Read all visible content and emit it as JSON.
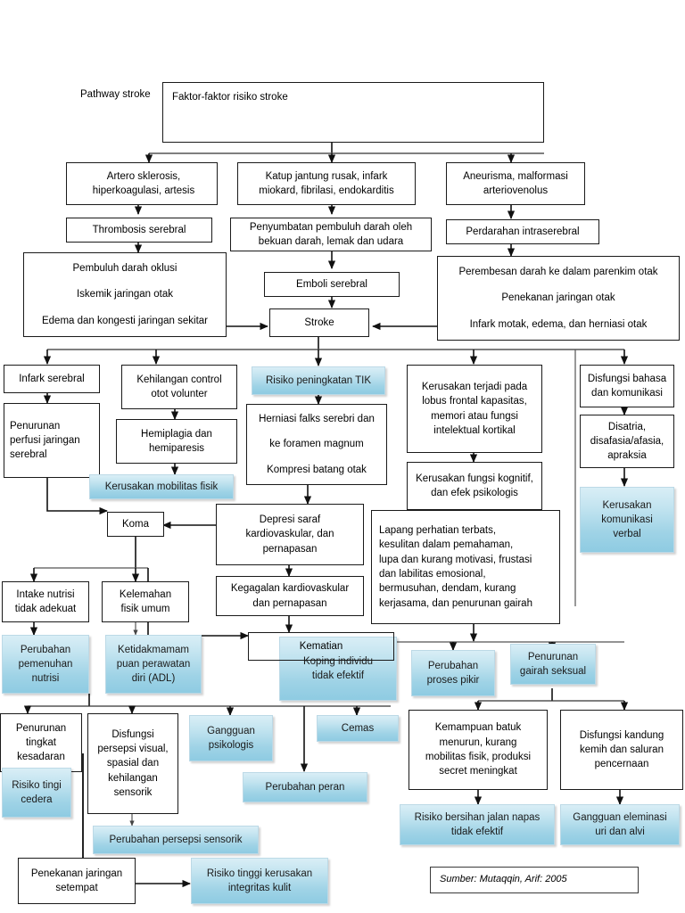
{
  "diagram": {
    "title": "Pathway stroke",
    "source_note": "Sumber: Mutaqqin, Arif: 2005",
    "colors": {
      "box_border": "#1a1a1a",
      "accent_fill_top": "#d9eef6",
      "accent_fill_bottom": "#8ecbe2",
      "background": "#ffffff"
    }
  },
  "nodes": {
    "root": "Faktor-faktor risiko stroke",
    "cause1": "Artero sklerosis, hiperkoagulasi, artesis",
    "cause1_l1": "Artero sklerosis,",
    "cause1_l2": "hiperkoagulasi, artesis",
    "cause2_l1": "Katup jantung rusak, infark",
    "cause2_l2": "miokard, fibrilasi, endokarditis",
    "cause3_l1": "Aneurisma, malformasi",
    "cause3_l2": "arteriovenolus",
    "thrombosis": "Thrombosis serebral",
    "penyumbatan_l1": "Penyumbatan pembuluh darah oleh",
    "penyumbatan_l2": "bekuan darah, lemak dan udara",
    "perdarahan": "Perdarahan intraserebral",
    "oklusi_l1": "Pembuluh darah oklusi",
    "oklusi_l2": "Iskemik jaringan otak",
    "oklusi_l3": "Edema dan kongesti jaringan sekitar",
    "emboli": "Emboli serebral",
    "perembesan_l1": "Perembesan darah ke dalam parenkim otak",
    "perembesan_l2": "Penekanan jaringan otak",
    "perembesan_l3": "Infark motak, edema, dan herniasi otak",
    "stroke": "Stroke",
    "infark_serebral": "Infark serebral",
    "penurunan_perfusi_l1": "Penurunan",
    "penurunan_perfusi_l2": "perfusi jaringan",
    "penurunan_perfusi_l3": "serebral",
    "kehilangan_kontrol_l1": "Kehilangan control",
    "kehilangan_kontrol_l2": "otot volunter",
    "hemiplagia_l1": "Hemiplagia dan",
    "hemiplagia_l2": "hemiparesis",
    "kerusakan_mobilitas": "Kerusakan mobilitas fisik",
    "risiko_tik": "Risiko peningkatan TIK",
    "herniasi_l1": "Herniasi falks serebri dan",
    "herniasi_l2": "ke foramen magnum",
    "herniasi_l3": "Kompresi batang otak",
    "kerusakan_lobus_l1": "Kerusakan terjadi pada",
    "kerusakan_lobus_l2": "lobus frontal kapasitas,",
    "kerusakan_lobus_l3": "memori atau fungsi",
    "kerusakan_lobus_l4": "intelektual kortikal",
    "kerusakan_kognitif_l1": "Kerusakan fungsi kognitif,",
    "kerusakan_kognitif_l2": "dan efek psikologis",
    "disfungsi_bahasa_l1": "Disfungsi bahasa",
    "disfungsi_bahasa_l2": "dan komunikasi",
    "disatria_l1": "Disatria,",
    "disatria_l2": "disafasia/afasia,",
    "disatria_l3": "apraksia",
    "kerusakan_komunikasi_l1": "Kerusakan",
    "kerusakan_komunikasi_l2": "komunikasi",
    "kerusakan_komunikasi_l3": "verbal",
    "koma": "Koma",
    "depresi_l1": "Depresi saraf",
    "depresi_l2": "kardiovaskular, dan",
    "depresi_l3": "pernapasan",
    "kegagalan_l1": "Kegagalan kardiovaskular",
    "kegagalan_l2": "dan pernapasan",
    "lapang_l1": "Lapang perhatian terbats,",
    "lapang_l2": "kesulitan dalam pemahaman,",
    "lapang_l3": "lupa dan kurang motivasi, frustasi",
    "lapang_l4": "dan labilitas emosional,",
    "lapang_l5": "bermusuhan, dendam, kurang",
    "lapang_l6": "kerjasama, dan penurunan gairah",
    "intake_l1": "Intake nutrisi",
    "intake_l2": "tidak adekuat",
    "kelemahan_l1": "Kelemahan",
    "kelemahan_l2": "fisik umum",
    "perubahan_nutrisi_l1": "Perubahan",
    "perubahan_nutrisi_l2": "pemenuhan",
    "perubahan_nutrisi_l3": "nutrisi",
    "ketidakmampuan_l1": "Ketidakmamam",
    "ketidakmampuan_l2": "puan perawatan",
    "ketidakmampuan_l3": "diri (ADL)",
    "kematian": "Kematian",
    "koping_l1": "Koping individu",
    "koping_l2": "tidak efektif",
    "perubahan_proses_l1": "Perubahan",
    "perubahan_proses_l2": "proses pikir",
    "penurunan_gairah_l1": "Penurunan",
    "penurunan_gairah_l2": "gairah seksual",
    "penurunan_kesadaran_l1": "Penurunan",
    "penurunan_kesadaran_l2": "tingkat",
    "penurunan_kesadaran_l3": "kesadaran",
    "disfungsi_persepsi_l1": "Disfungsi",
    "disfungsi_persepsi_l2": "persepsi visual,",
    "disfungsi_persepsi_l3": "spasial dan",
    "disfungsi_persepsi_l4": "kehilangan",
    "disfungsi_persepsi_l5": "sensorik",
    "gangguan_psikologis_l1": "Gangguan",
    "gangguan_psikologis_l2": "psikologis",
    "cemas": "Cemas",
    "perubahan_peran": "Perubahan peran",
    "risiko_cedera_l1": "Risiko tingi",
    "risiko_cedera_l2": "cedera",
    "perubahan_persepsi": "Perubahan persepsi sensorik",
    "penekanan_l1": "Penekanan jaringan",
    "penekanan_l2": "setempat",
    "risiko_kulit_l1": "Risiko tinggi kerusakan",
    "risiko_kulit_l2": "integritas kulit",
    "kemampuan_batuk_l1": "Kemampuan batuk",
    "kemampuan_batuk_l2": "menurun, kurang",
    "kemampuan_batuk_l3": "mobilitas fisik, produksi",
    "kemampuan_batuk_l4": "secret meningkat",
    "disfungsi_kandung_l1": "Disfungsi kandung",
    "disfungsi_kandung_l2": "kemih dan saluran",
    "disfungsi_kandung_l3": "pencernaan",
    "risiko_napas_l1": "Risiko bersihan jalan napas",
    "risiko_napas_l2": "tidak efektif",
    "gangguan_eleminasi_l1": "Gangguan eleminasi",
    "gangguan_eleminasi_l2": "uri dan alvi"
  }
}
